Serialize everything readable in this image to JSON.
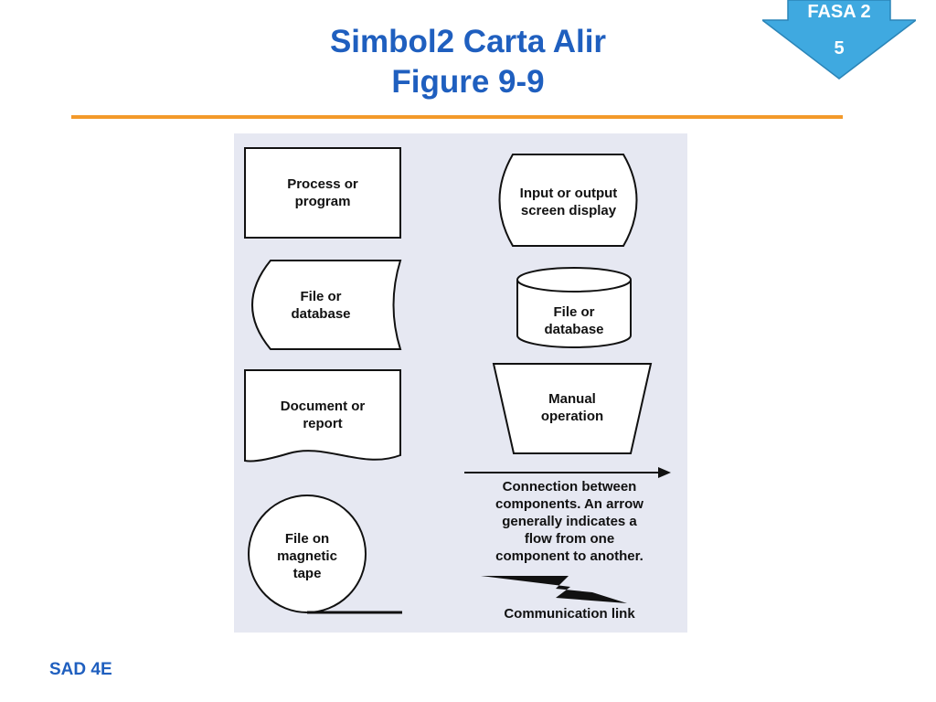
{
  "slide": {
    "title_line1": "Simbol2 Carta Alir",
    "title_line2": "Figure 9-9",
    "footer": "SAD 4E",
    "badge": {
      "line1": "FASA 2",
      "line2": "5",
      "color": "#3fa9e0"
    },
    "accent_color": "#f39a2b",
    "title_color": "#1f5fbf"
  },
  "figure": {
    "background": "#e6e8f2",
    "symbols": {
      "process": "Process or\nprogram",
      "io_screen": "Input or output\nscreen display",
      "file_left": "File or\ndatabase",
      "file_cylinder": "File or\ndatabase",
      "document": "Document or\nreport",
      "manual": "Manual\noperation",
      "connection": "Connection between\ncomponents. An arrow\ngenerally indicates a\nflow from one\ncomponent to another.",
      "tape": "File on\nmagnetic\ntape",
      "comm_link": "Communication link"
    }
  }
}
